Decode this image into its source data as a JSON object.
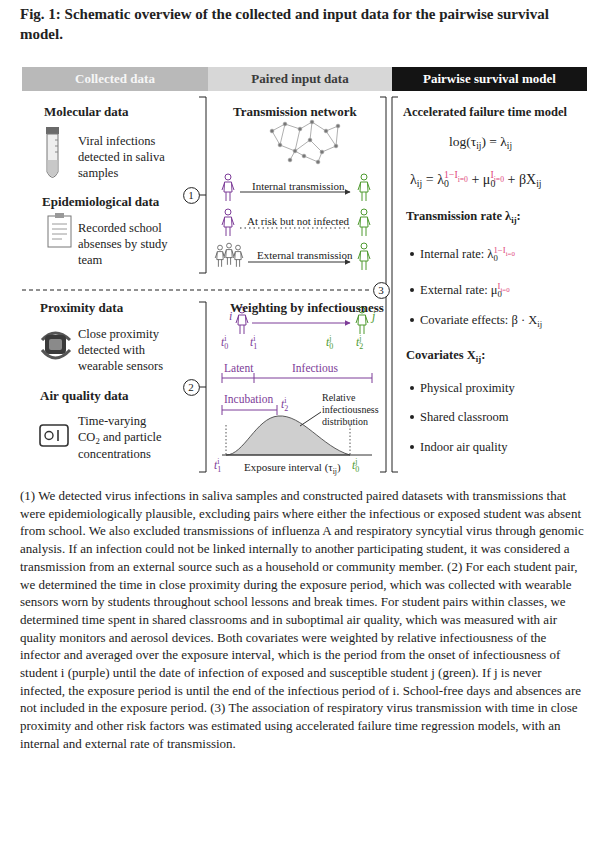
{
  "diagram": {
    "title": "Fig. 1: Schematic overview of the collected and input data for the pairwise survival model.",
    "caption": "(1) We detected virus infections in saliva samples and constructed paired datasets with transmissions that were epidemiologically plausible, excluding pairs where either the infectious or exposed student was absent from school. We also excluded transmissions of influenza A and respiratory syncytial virus through genomic analysis. If an infection could not be linked internally to another participating student, it was considered a transmission from an external source such as a household or community member. (2) For each student pair, we determined the time in close proximity during the exposure period, which was collected with wearable sensors worn by students throughout school lessons and break times. For student pairs within classes, we determined time spent in shared classrooms and in suboptimal air quality, which was measured with air quality monitors and aerosol devices. Both covariates were weighted by relative infectiousness of the infector and averaged over the exposure interval, which is the period from the onset of infectiousness of student i (purple) until the date of infection of exposed and susceptible student j (green). If j is never infected, the exposure period is until the end of the infectious period of i. School-free days and absences are not included in the exposure period. (3) The association of respiratory virus transmission with time in close proximity and other risk factors was estimated using accelerated failure time regression models, with an internal and external rate of transmission.",
    "nodes": [
      {
        "text": [
          "Collected data"
        ]
      },
      {
        "text": [
          "Paired input data"
        ]
      },
      {
        "text": [
          "Pairwise survival model"
        ]
      },
      {
        "text": [
          "1"
        ]
      },
      {
        "text": [
          "3"
        ]
      },
      {
        "text": [
          "2"
        ]
      }
    ],
    "labels": [
      "Molecular data",
      "Viral infections detected in saliva samples",
      "Epidemiological data",
      "Recorded school absenses by study team",
      "Proximity data",
      "Close proximity detected with wearable sensors",
      "Air quality data",
      "Time-varying CO",
      "2",
      "and particle concentrations",
      "Transmission network",
      "Internal transmission",
      "At risk but not infected",
      "External transmission",
      "Weighting by infectiousness",
      "i",
      "j",
      "t",
      "0",
      "i",
      "t",
      "1",
      "i",
      "t",
      "0",
      "j",
      "t",
      "2",
      "j",
      "Latent",
      "Infectious",
      "t",
      "2",
      "i",
      "Incubation",
      "Relative infectiousness distribution",
      "t",
      "1",
      "i",
      "t",
      "0",
      "j",
      "Exposure interval (τ",
      "ij",
      ")",
      "Accelerated failure time model",
      "log(τ",
      "ij",
      ") = λ",
      "ij",
      "λ",
      "ij",
      "= λ",
      "0",
      "1−I",
      "i=0",
      "+ μ",
      "0",
      "I",
      "i=0",
      "+ βX",
      "ij",
      "Transmission rate λ",
      "ij",
      ":",
      "Internal rate: λ",
      "0",
      "1−I",
      "i=0",
      "External rate: μ",
      "0",
      "I",
      "i=0",
      "Covariate effects: β · X",
      "ij",
      "Covariates X",
      "ij",
      ":",
      "Physical proximity",
      "Shared classroom",
      "Indoor air quality"
    ]
  }
}
